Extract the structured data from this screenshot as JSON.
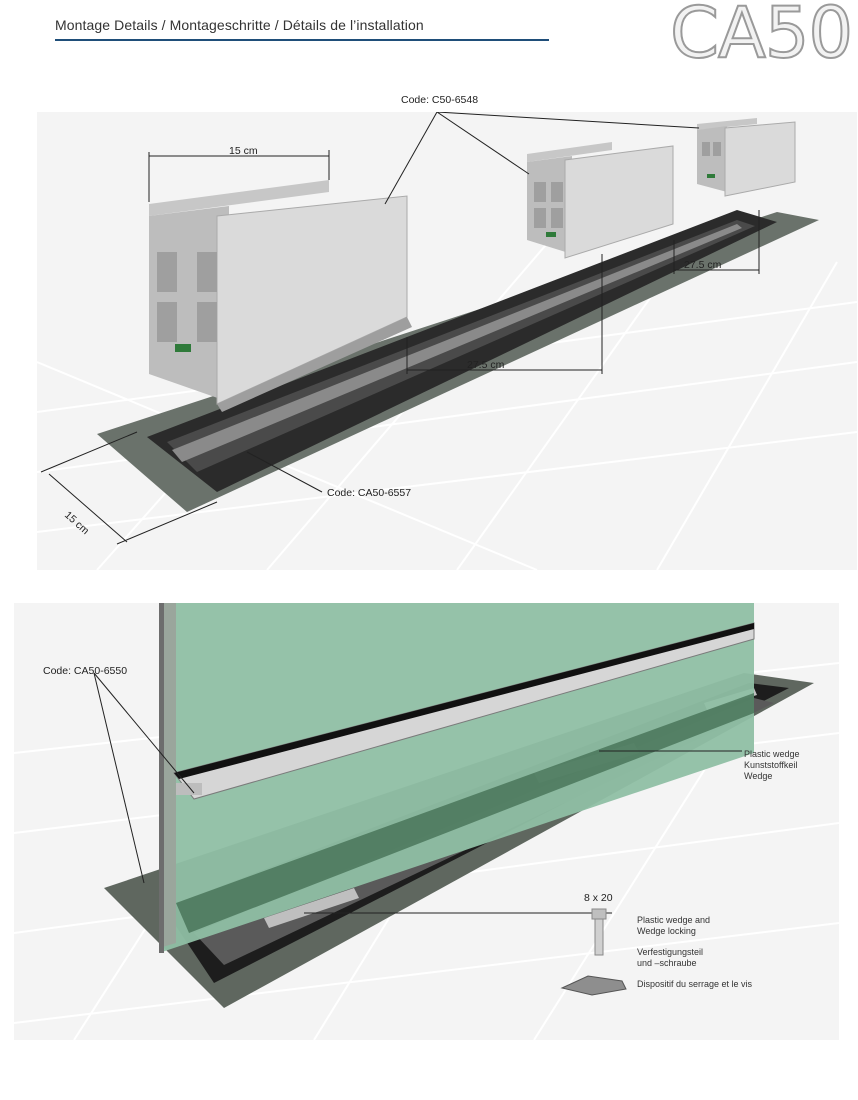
{
  "header": {
    "title": "Montage Details / Montageschritte / Détails de l’installation",
    "brand": "CA50"
  },
  "figure1": {
    "code_profile": "Code: C50-6548",
    "code_channel": "Code: CA50-6557",
    "dim_profile_width": "15 cm",
    "dim_gap_1": "27.5 cm",
    "dim_gap_2": "27.5 cm",
    "dim_channel_width": "15 cm"
  },
  "figure2": {
    "code_cover": "Code: CA50-6550",
    "wedge_label_en": "Plastic wedge",
    "wedge_label_de": "Kunststoffkeil",
    "wedge_label_fr": "Wedge",
    "screw_size": "8 x 20",
    "locking_label_en_1": "Plastic wedge and",
    "locking_label_en_2": "Wedge locking",
    "locking_label_de_1": "Verfestigungsteil",
    "locking_label_de_2": "und –schraube",
    "locking_label_fr": "Dispositif du serrage et le vis"
  },
  "colors": {
    "header_rule": "#1f4e79",
    "glass": "#8fbfa4",
    "aluminium": "#d9d9d9",
    "stone": "#5f675f"
  }
}
